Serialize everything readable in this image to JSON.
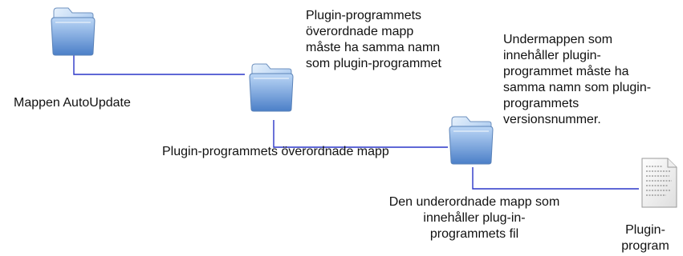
{
  "labels": {
    "autoupdate": "Mappen AutoUpdate",
    "parent_note": "Plugin-programmets\növerordnade mapp\nmåste ha samma namn\nsom plugin-programmet",
    "parent_folder": "Plugin-programmets överordnade mapp",
    "subfolder_note": "Undermappen som\ninnehåller plugin-\nprogrammet måste ha\nsamma namn som plugin-\nprogrammets\nversionsnummer.",
    "child_folder": "Den underordnade mapp som\ninnehåller plug-in-\nprogrammets fil",
    "plugin_file": "Plugin-\nprogram"
  },
  "colors": {
    "connector": "#2a36c8",
    "folder_light": "#cfe2f8",
    "folder_mid": "#8fb8ea",
    "folder_dark": "#4b7fc8",
    "folder_edge": "#6f92bf"
  },
  "icons": {
    "folder": "folder-icon",
    "document": "document-icon"
  }
}
